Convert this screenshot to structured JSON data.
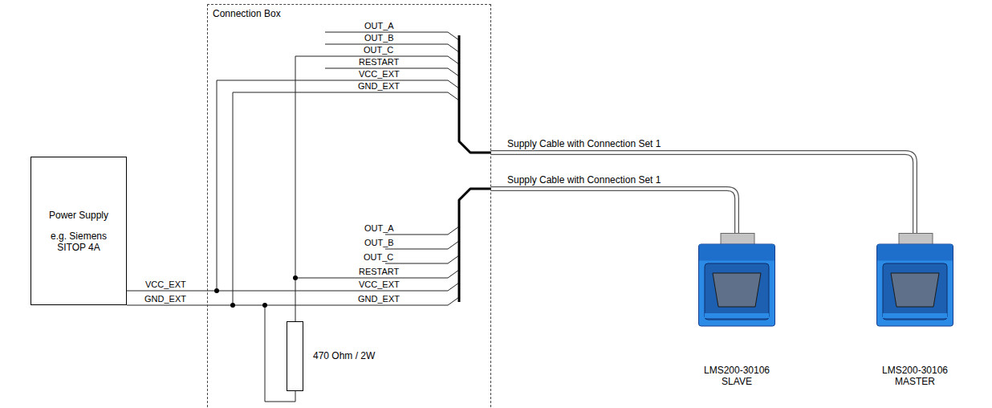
{
  "diagram": {
    "nodes": [
      {
        "text": [
          "Connection Box"
        ]
      },
      {
        "text": [
          "Power Supply",
          "e.g. Siemens SITOP 4A"
        ]
      },
      {
        "text": [
          "470 Ohm / 2W"
        ],
        "in": 0
      },
      {
        "text": [
          "LMS200-30106 SLAVE"
        ]
      },
      {
        "text": [
          "LMS200-30106 MASTER"
        ]
      }
    ],
    "edges": [
      {
        "from": 0,
        "to": 4,
        "arrow": "none",
        "label": "Supply Cable with Connection Set 1"
      },
      {
        "from": 0,
        "to": 3,
        "arrow": "none",
        "label": "Supply Cable with Connection Set 1"
      }
    ],
    "labels": [
      "OUT_A",
      "OUT_B",
      "OUT_C",
      "RESTART",
      "VCC_EXT",
      "GND_EXT",
      "OUT_A",
      "OUT_B",
      "OUT_C",
      "RESTART",
      "VCC_EXT",
      "GND_EXT",
      "VCC_EXT",
      "GND_EXT"
    ]
  }
}
